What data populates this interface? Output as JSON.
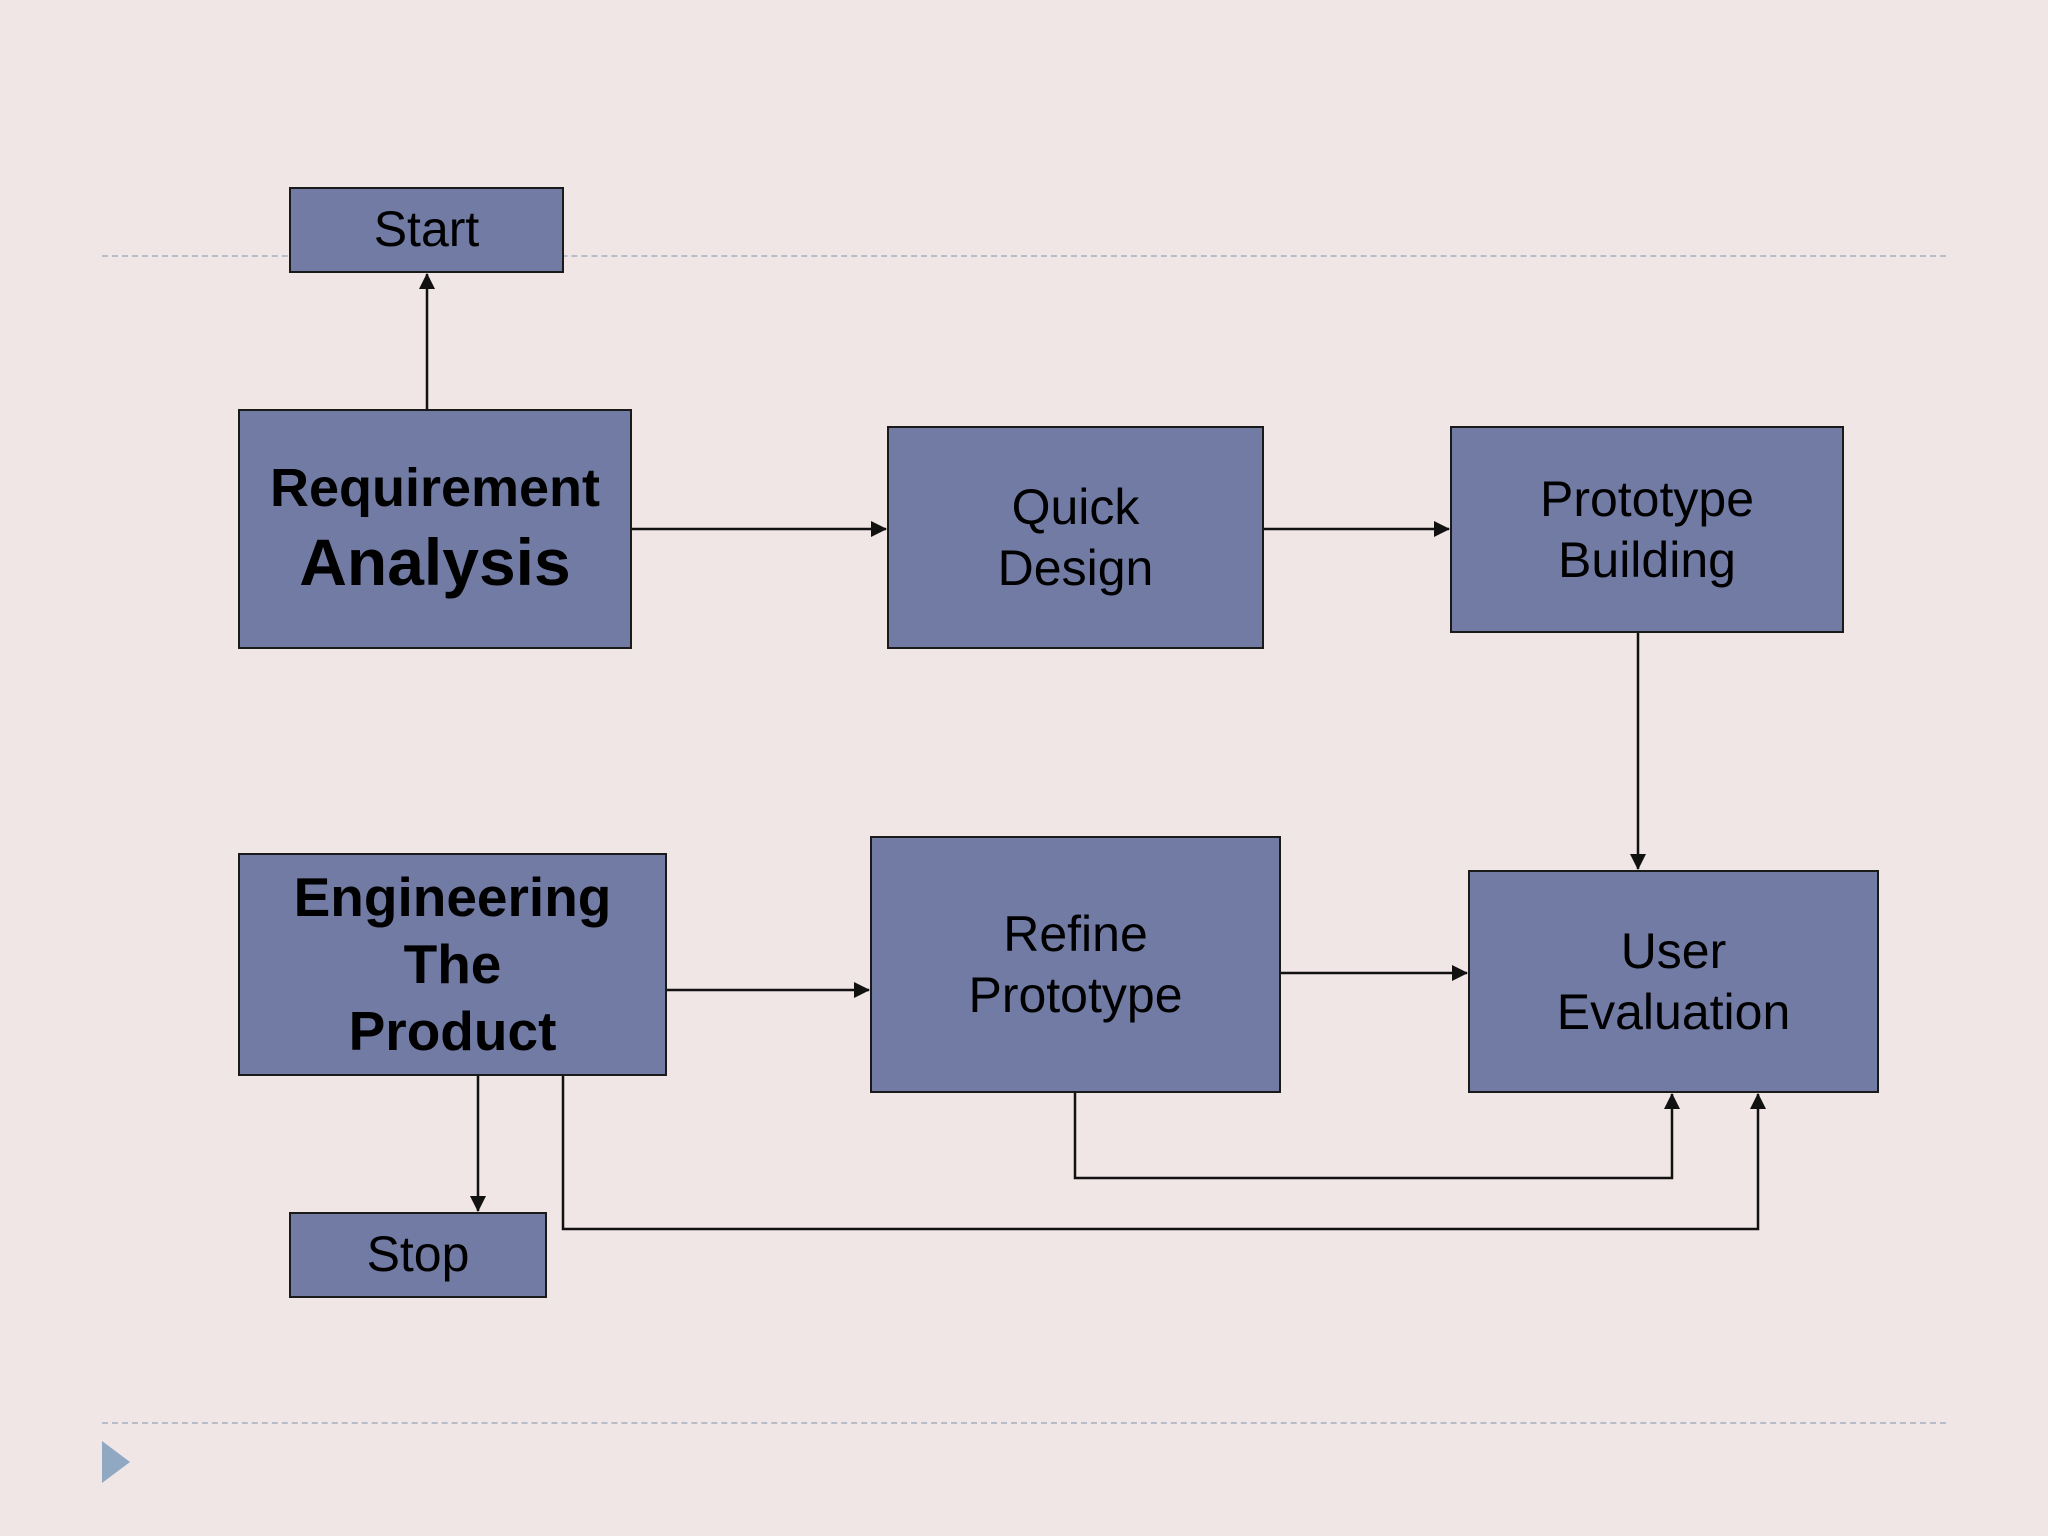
{
  "diagram": {
    "nodes": {
      "start": "Start",
      "requirement_analysis": {
        "line1": "Requirement",
        "line2": "Analysis"
      },
      "quick_design": "Quick\nDesign",
      "prototype_building": "Prototype\nBuilding",
      "engineering_the_product": "Engineering\nThe\nProduct",
      "refine_prototype": "Refine\nPrototype",
      "user_evaluation": "User\nEvaluation",
      "stop": "Stop"
    },
    "edges": [
      {
        "from": "requirement_analysis",
        "to": "start"
      },
      {
        "from": "requirement_analysis",
        "to": "quick_design"
      },
      {
        "from": "quick_design",
        "to": "prototype_building"
      },
      {
        "from": "prototype_building",
        "to": "user_evaluation"
      },
      {
        "from": "engineering_the_product",
        "to": "refine_prototype"
      },
      {
        "from": "refine_prototype",
        "to": "user_evaluation"
      },
      {
        "from": "refine_prototype",
        "to": "user_evaluation"
      },
      {
        "from": "engineering_the_product",
        "to": "user_evaluation"
      },
      {
        "from": "engineering_the_product",
        "to": "stop"
      }
    ]
  },
  "colors": {
    "background": "#f0e6e6",
    "box_fill": "#717ba4",
    "box_border": "#1a1a1a",
    "rule": "#b7bcc8",
    "nav_arrow": "#90a8c2"
  },
  "icons": {
    "nav": "triangle-right-icon"
  }
}
